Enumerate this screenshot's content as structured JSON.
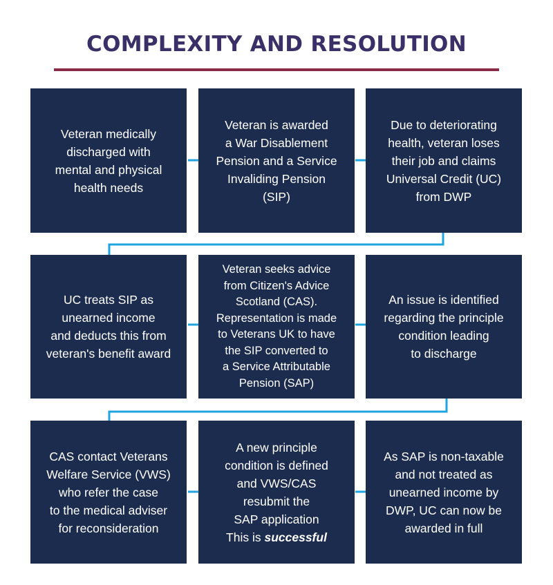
{
  "title": "COMPLEXITY AND RESOLUTION",
  "colors": {
    "title": "#3b2f68",
    "rule": "#8b2b47",
    "box": "#1c2c4f",
    "arrow": "#1ea5e0"
  },
  "boxes": [
    {
      "text": "Veteran medically\ndischarged with\nmental and physical\nhealth needs"
    },
    {
      "text": "Veteran is awarded\na War Disablement\nPension and a Service\nInvaliding Pension\n(SIP)"
    },
    {
      "text": "Due to deteriorating\nhealth, veteran loses\ntheir job and claims\nUniversal Credit (UC)\nfrom DWP"
    },
    {
      "text": "UC treats SIP as\nunearned income\nand deducts this from\nveteran's benefit award"
    },
    {
      "text": "Veteran seeks advice\nfrom Citizen's Advice\nScotland (CAS).\nRepresentation is made\nto Veterans UK to have\nthe SIP converted to\na Service Attributable\nPension (SAP)"
    },
    {
      "text": "An issue is identified\nregarding the principle\ncondition leading\nto discharge"
    },
    {
      "text": "CAS contact Veterans\nWelfare Service (VWS)\nwho refer the case\nto the medical adviser\nfor reconsideration"
    },
    {
      "text": "A new principle\ncondition is defined\nand VWS/CAS\nresubmit the\nSAP application",
      "prefix": "This is ",
      "emphasis": "successful"
    },
    {
      "text": "As SAP is non-taxable\nand not treated as\nunearned income by\nDWP, UC can now be\nawarded in full"
    }
  ]
}
